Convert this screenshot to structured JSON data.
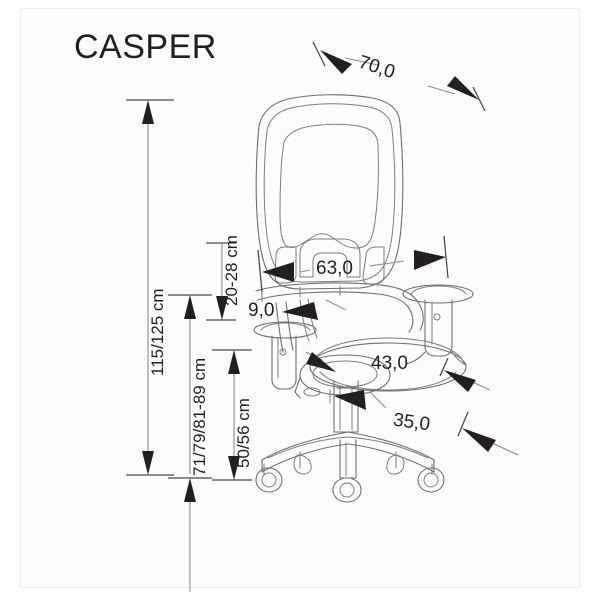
{
  "document": {
    "kind": "technical-dimension-drawing",
    "product_title": "CASPER",
    "subject": "office-chair"
  },
  "dimensions": {
    "height_total": "115/125 cm",
    "height_seat_back": "71/79/81-89 cm",
    "height_seat": "50/56 cm",
    "armrest_range": "20-28 cm",
    "back_width": "70,0",
    "back_lower_width": "63,0",
    "armrest_offset": "9,0",
    "seat_depth": "43,0",
    "base_height": "35,0"
  },
  "colors": {
    "line": "#6d6e70",
    "arrow": "#231f20",
    "text": "#231f20",
    "frame": "#ececec",
    "background": "#ffffff"
  }
}
